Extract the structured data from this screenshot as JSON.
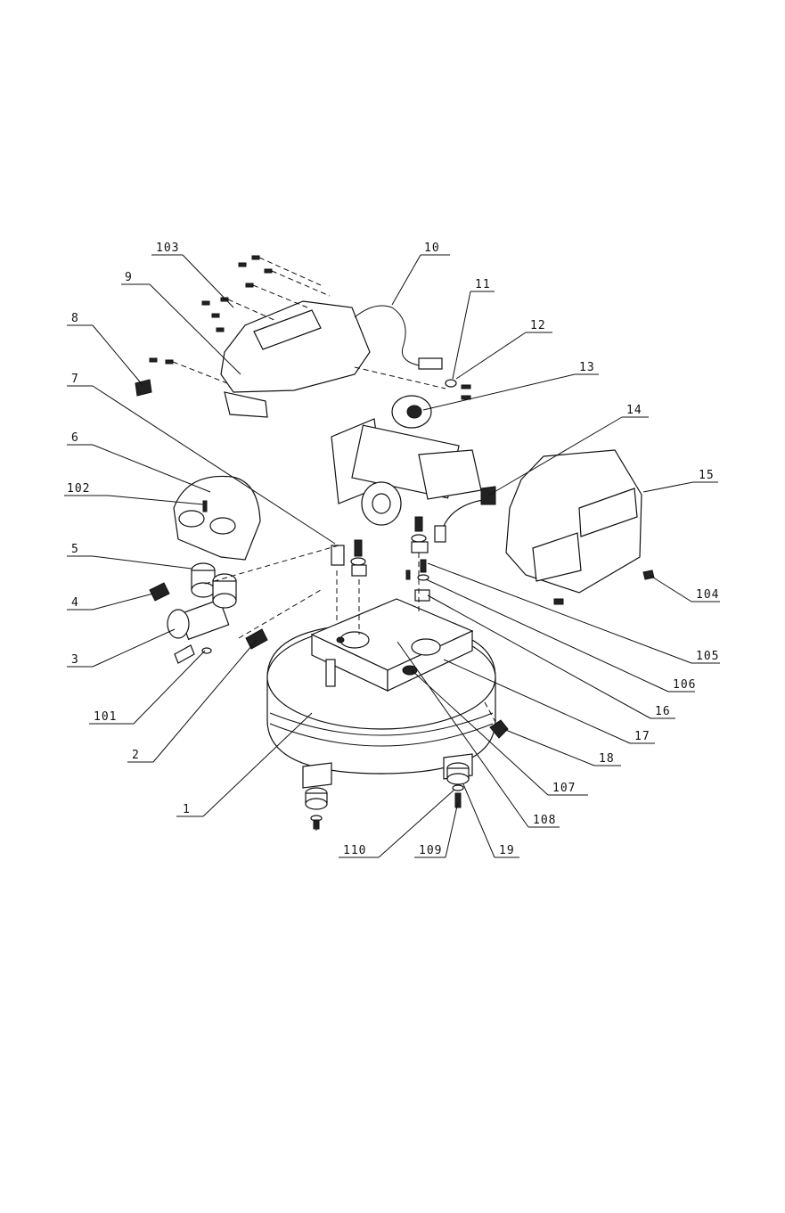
{
  "callouts": [
    {
      "id": "c103",
      "label": "103"
    },
    {
      "id": "c10",
      "label": "10"
    },
    {
      "id": "c11",
      "label": "11"
    },
    {
      "id": "c12",
      "label": "12"
    },
    {
      "id": "c13",
      "label": "13"
    },
    {
      "id": "c9",
      "label": "9"
    },
    {
      "id": "c8",
      "label": "8"
    },
    {
      "id": "c7",
      "label": "7"
    },
    {
      "id": "c14",
      "label": "14"
    },
    {
      "id": "c6",
      "label": "6"
    },
    {
      "id": "c15",
      "label": "15"
    },
    {
      "id": "c102",
      "label": "102"
    },
    {
      "id": "c5",
      "label": "5"
    },
    {
      "id": "c104",
      "label": "104"
    },
    {
      "id": "c4",
      "label": "4"
    },
    {
      "id": "c3",
      "label": "3"
    },
    {
      "id": "c105",
      "label": "105"
    },
    {
      "id": "c106",
      "label": "106"
    },
    {
      "id": "c101",
      "label": "101"
    },
    {
      "id": "c16",
      "label": "16"
    },
    {
      "id": "c17",
      "label": "17"
    },
    {
      "id": "c2",
      "label": "2"
    },
    {
      "id": "c18",
      "label": "18"
    },
    {
      "id": "c107",
      "label": "107"
    },
    {
      "id": "c1",
      "label": "1"
    },
    {
      "id": "c108",
      "label": "108"
    },
    {
      "id": "c110",
      "label": "110"
    },
    {
      "id": "c109",
      "label": "109"
    },
    {
      "id": "c19",
      "label": "19"
    }
  ]
}
